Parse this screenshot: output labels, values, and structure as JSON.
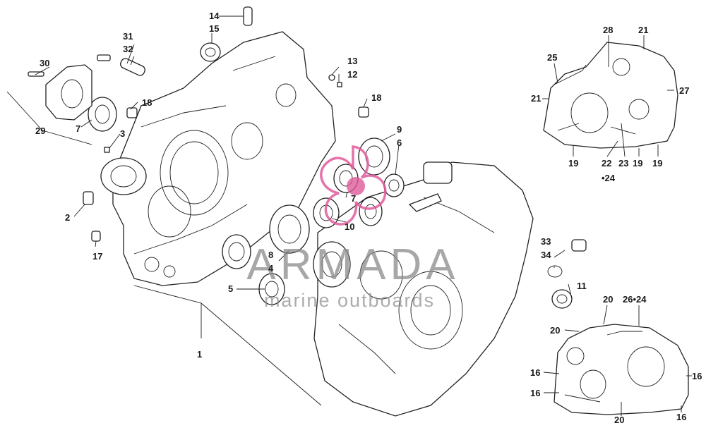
{
  "diagram": {
    "callouts": [
      {
        "id": "c1",
        "text": "1"
      },
      {
        "id": "c2",
        "text": "2"
      },
      {
        "id": "c3",
        "text": "3"
      },
      {
        "id": "c4",
        "text": "4"
      },
      {
        "id": "c5",
        "text": "5"
      },
      {
        "id": "c6",
        "text": "6"
      },
      {
        "id": "c7a",
        "text": "7"
      },
      {
        "id": "c7b",
        "text": "7"
      },
      {
        "id": "c8",
        "text": "8"
      },
      {
        "id": "c9",
        "text": "9"
      },
      {
        "id": "c10",
        "text": "10"
      },
      {
        "id": "c11",
        "text": "11"
      },
      {
        "id": "c12",
        "text": "12"
      },
      {
        "id": "c13",
        "text": "13"
      },
      {
        "id": "c14",
        "text": "14"
      },
      {
        "id": "c15",
        "text": "15"
      },
      {
        "id": "c17",
        "text": "17"
      },
      {
        "id": "c18a",
        "text": "18"
      },
      {
        "id": "c18b",
        "text": "18"
      },
      {
        "id": "c29",
        "text": "29"
      },
      {
        "id": "c30",
        "text": "30"
      },
      {
        "id": "c31",
        "text": "31"
      },
      {
        "id": "c32",
        "text": "32"
      },
      {
        "id": "c33",
        "text": "33"
      },
      {
        "id": "c34",
        "text": "34"
      },
      {
        "id": "c28",
        "text": "28"
      },
      {
        "id": "c21a",
        "text": "21"
      },
      {
        "id": "c21b",
        "text": "21"
      },
      {
        "id": "c25",
        "text": "25"
      },
      {
        "id": "c27",
        "text": "27"
      },
      {
        "id": "c19a",
        "text": "19"
      },
      {
        "id": "c19b",
        "text": "19"
      },
      {
        "id": "c19c",
        "text": "19"
      },
      {
        "id": "c22",
        "text": "22"
      },
      {
        "id": "c24a",
        "text": "•24"
      },
      {
        "id": "c23",
        "text": "23"
      },
      {
        "id": "c20a",
        "text": "20"
      },
      {
        "id": "c20b",
        "text": "20"
      },
      {
        "id": "c20c",
        "text": "20"
      },
      {
        "id": "c26",
        "text": "26•24"
      },
      {
        "id": "c16a",
        "text": "16"
      },
      {
        "id": "c16b",
        "text": "16"
      },
      {
        "id": "c16c",
        "text": "16"
      },
      {
        "id": "c16d",
        "text": "16"
      }
    ]
  },
  "watermark": {
    "brand": "ARMADA",
    "tagline": "marine outboards",
    "logo_color": "#e05a9a",
    "text_color": "#8a8a8a"
  }
}
